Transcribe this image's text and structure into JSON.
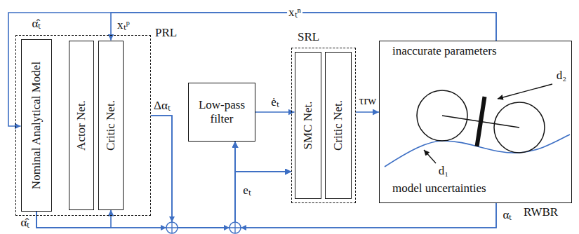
{
  "diagram": {
    "nodes": [
      {
        "text": [
          "PRL"
        ]
      },
      {
        "text": [
          "Nominal Analytical Model"
        ],
        "in": 0
      },
      {
        "text": [
          "Actor Net."
        ],
        "in": 0
      },
      {
        "text": [
          "Critic Net."
        ],
        "in": 0
      },
      {
        "text": [
          "Low-pass filter"
        ]
      },
      {
        "text": [
          "SRL"
        ]
      },
      {
        "text": [
          "SMC Net."
        ],
        "in": 5
      },
      {
        "text": [
          "Critic Net."
        ],
        "in": 5
      },
      {
        "text": [
          "inaccurate parameters",
          "model uncertainties",
          "RWBR"
        ]
      }
    ],
    "edges": [
      {
        "from": 8,
        "to": 1,
        "arrow": "to",
        "label": "xₜⁿ"
      },
      {
        "from": 8,
        "to": 3,
        "arrow": "to",
        "label": "xₜᵖ"
      },
      {
        "from": 1,
        "to": 3,
        "arrow": "to",
        "label": "α̂ₜ"
      },
      {
        "from": 1,
        "to": 4,
        "arrow": "to",
        "label": "eₜ"
      },
      {
        "from": 1,
        "to": 5,
        "arrow": "to"
      },
      {
        "from": 0,
        "to": 4,
        "arrow": "to",
        "label": "Δαₜ"
      },
      {
        "from": 0,
        "to": 5,
        "arrow": "to"
      },
      {
        "from": 8,
        "to": 4,
        "arrow": "to",
        "label": "αₜ"
      },
      {
        "from": 8,
        "to": 5,
        "arrow": "to"
      },
      {
        "from": 4,
        "to": 6,
        "arrow": "to",
        "label": "ėₜ"
      },
      {
        "from": 5,
        "to": 8,
        "arrow": "to",
        "label": "τrw"
      }
    ],
    "labels": [
      "α̂ₜ",
      "d₁",
      "d₂"
    ]
  }
}
